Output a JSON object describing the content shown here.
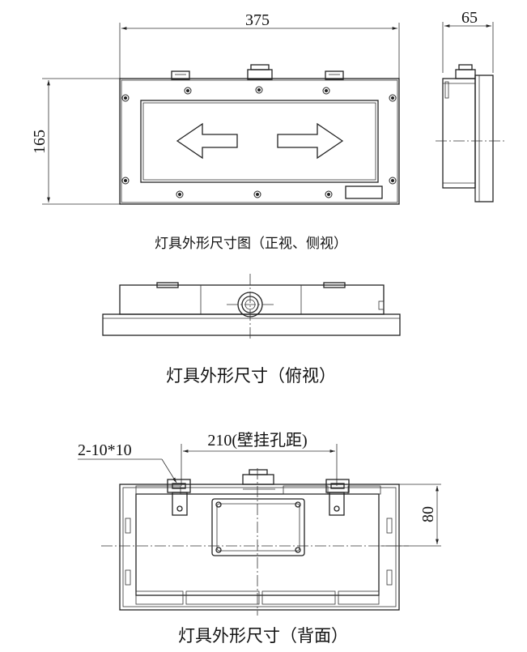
{
  "front_view": {
    "width_dim": "375",
    "height_dim": "165"
  },
  "side_view": {
    "depth_dim": "65"
  },
  "captions": {
    "front_side": "灯具外形尺寸图（正视、侧视）",
    "top": "灯具外形尺寸（俯视）",
    "back": "灯具外形尺寸（背面）"
  },
  "back_view": {
    "hole_spec": "2-10*10",
    "hole_spacing": "210(壁挂孔距)",
    "height_dim": "80"
  },
  "icons": [
    "arrow-left-icon",
    "arrow-right-icon"
  ]
}
